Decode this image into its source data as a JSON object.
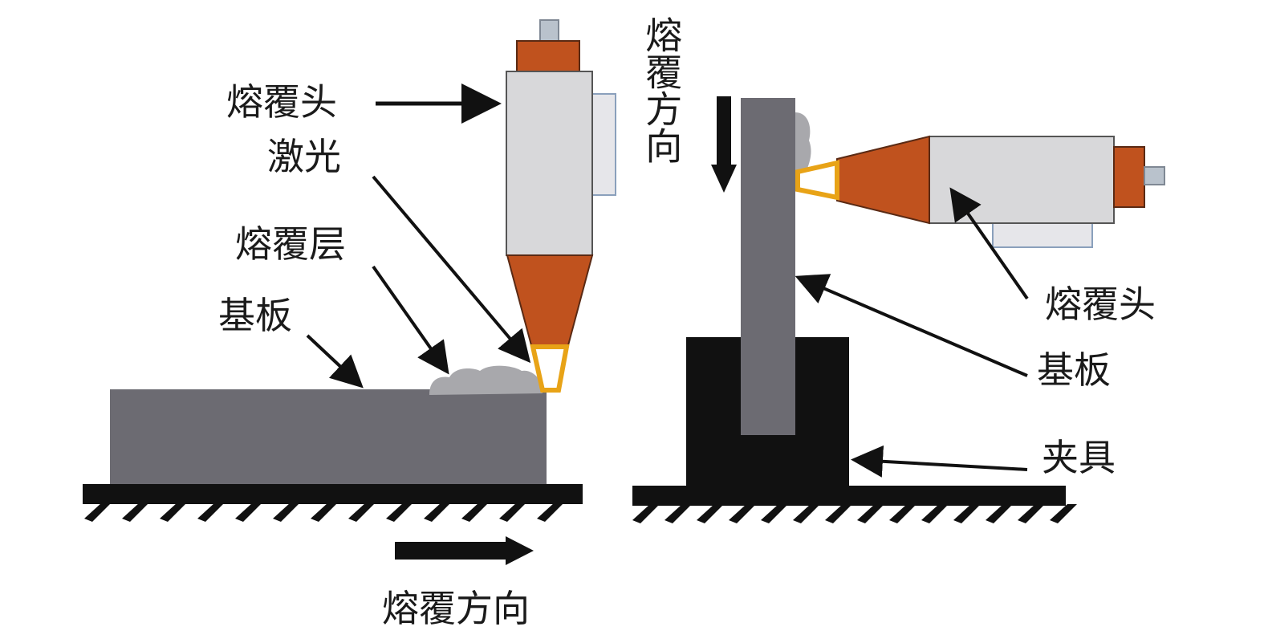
{
  "figure": {
    "left_panel": {
      "labels": {
        "cladding_head": "熔覆头",
        "laser": "激光",
        "cladding_layer": "熔覆层",
        "substrate": "基板",
        "direction": "熔覆方向"
      }
    },
    "right_panel": {
      "labels": {
        "direction": "熔覆方向",
        "cladding_head": "熔覆头",
        "substrate": "基板",
        "fixture": "夹具"
      }
    },
    "colors": {
      "head_body": "#d8d8da",
      "head_nozzle": "#c0521e",
      "laser_tip": "#e8a317",
      "substrate": "#6c6b72",
      "cladding": "#a8a8ac",
      "ground": "#111111",
      "fixture": "#111111",
      "side_panel": "#e6e6ea"
    }
  }
}
